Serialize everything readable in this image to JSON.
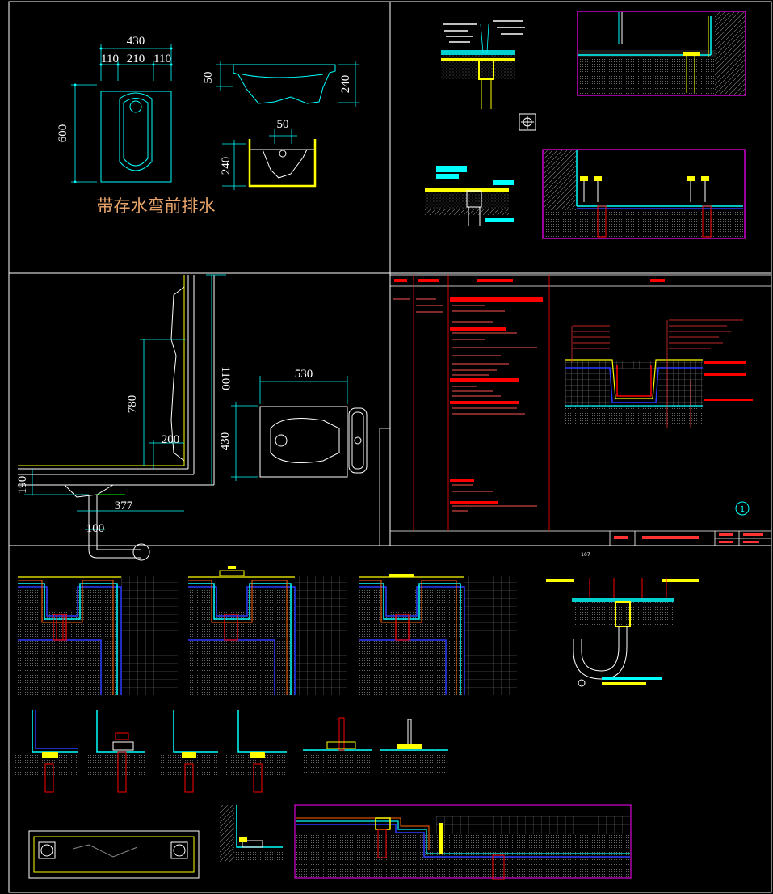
{
  "drawing": {
    "squat_top": {
      "overall_width": "430",
      "segment_left": "110",
      "segment_mid": "210",
      "segment_right": "110",
      "length": "600"
    },
    "squat_side": {
      "rim_height": "50",
      "total_height": "240"
    },
    "squat_section": {
      "trap_offset": "50",
      "height": "240"
    },
    "squat_caption": "带存水弯前排水",
    "toilet_side": {
      "height_1100": "1100",
      "height_780": "780",
      "offset_200": "200",
      "offset_190": "190",
      "offset_377": "377",
      "pipe_100": "100"
    },
    "toilet_plan": {
      "width": "530",
      "depth": "430"
    },
    "detail_number": "1",
    "bottom_marker": "-107-"
  },
  "colors": {
    "frame": "#ffffff",
    "cyan": "#00ffff",
    "dimension": "#00ffff",
    "magenta": "#ff00ff",
    "red": "#ff0000",
    "yellow": "#ffff00",
    "blue": "#2a3cff",
    "hatch": "#8a8a8a",
    "caption": "#e7a46a"
  }
}
